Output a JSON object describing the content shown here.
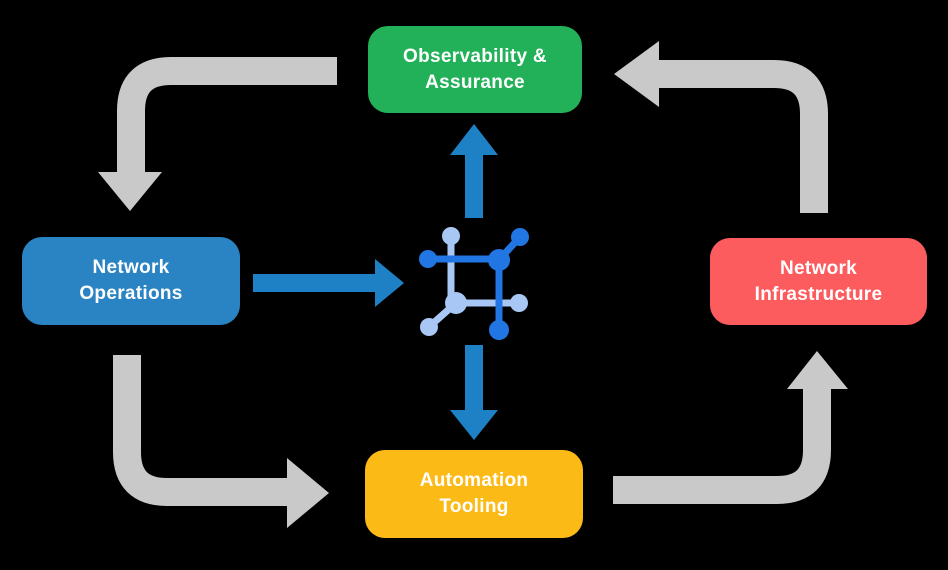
{
  "diagram": {
    "nodes": {
      "observability": {
        "line1": "Observability &",
        "line2": "Assurance"
      },
      "operations": {
        "line1": "Network",
        "line2": "Operations"
      },
      "infrastructure": {
        "line1": "Network",
        "line2": "Infrastructure"
      },
      "tooling": {
        "line1": "Automation",
        "line2": "Tooling"
      }
    },
    "center_icon": "network-automation-icon",
    "gray_arrows": [
      "assurance-to-operations",
      "infrastructure-to-assurance",
      "operations-to-tooling",
      "tooling-to-infrastructure"
    ],
    "blue_arrows": [
      "operations-to-platform",
      "platform-to-assurance",
      "platform-to-tooling"
    ]
  },
  "colors": {
    "background": "#000000",
    "node_green": "#22b158",
    "node_blue": "#2a84c4",
    "node_red": "#fd5c5f",
    "node_yellow": "#fcba16",
    "arrow_gray": "#c9c9c9",
    "arrow_blue": "#1e81c6",
    "icon_dark_blue": "#2176e3",
    "icon_light_blue": "#a8c7f5",
    "text": "#ffffff"
  }
}
